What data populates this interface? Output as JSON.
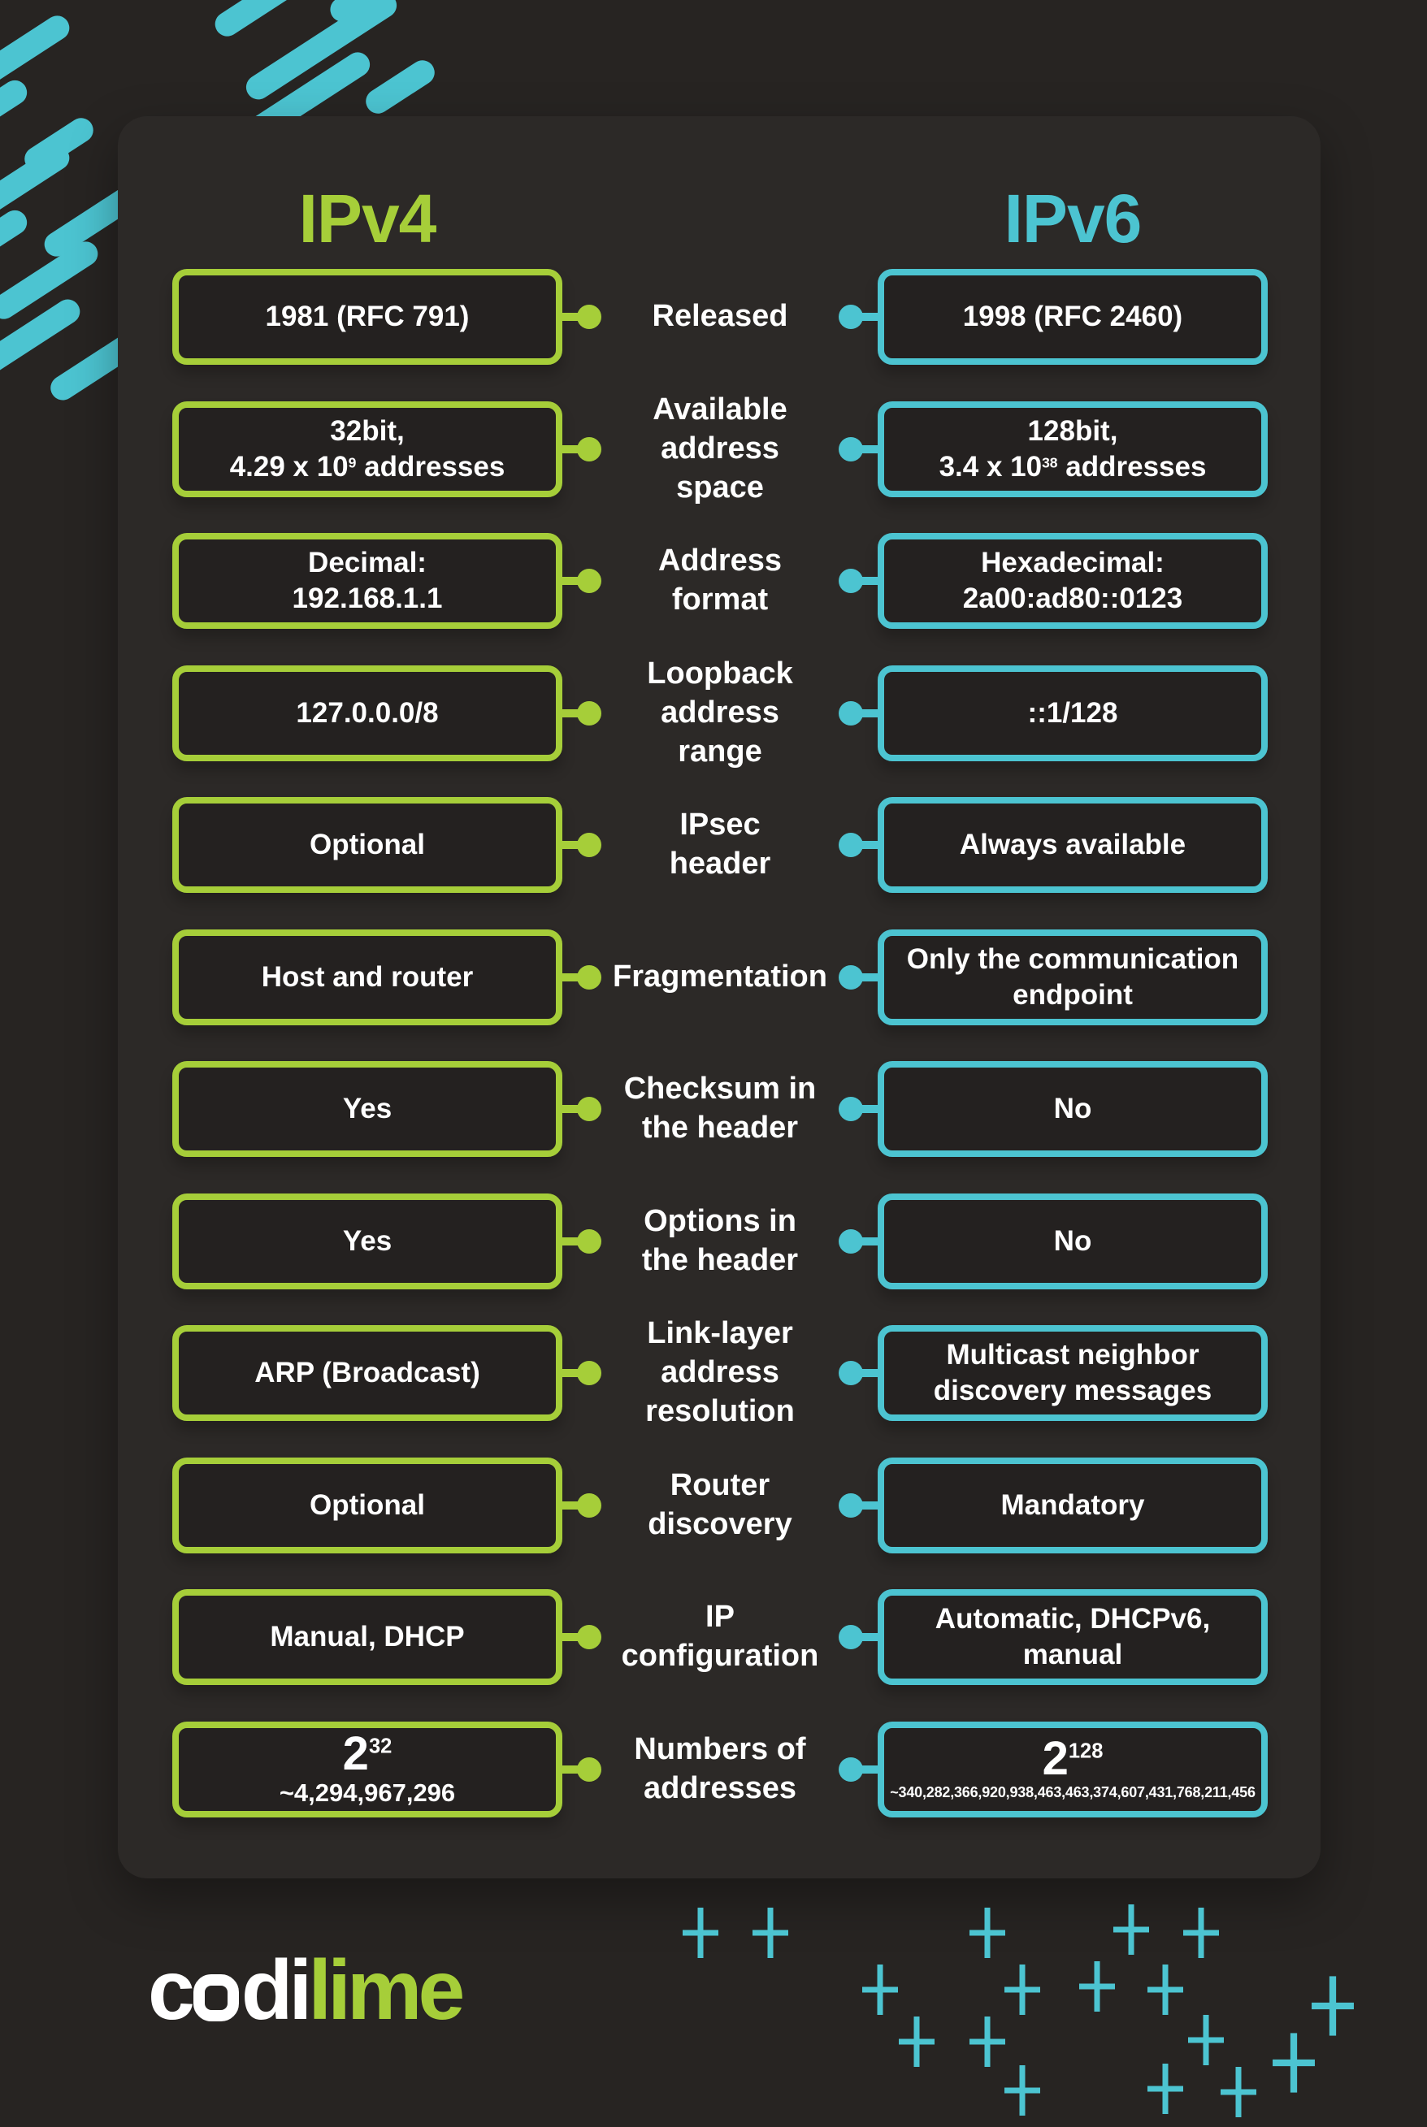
{
  "colors": {
    "green": "#a6ce39",
    "teal": "#4cc4d1",
    "white": "#ffffff",
    "outer_bg": "#272422",
    "panel_bg": "#2c2927",
    "box_bg": "#242120"
  },
  "header": {
    "ipv4_title": "IPv4",
    "ipv6_title": "IPv6"
  },
  "logo": {
    "part_c": "c",
    "part_di": "di",
    "part_lime": "lime"
  },
  "rows": [
    {
      "label": [
        "Released"
      ],
      "left": {
        "lines": [
          {
            "size": "normal",
            "segs": [
              {
                "t": "1981 (RFC 791)"
              }
            ]
          }
        ]
      },
      "right": {
        "lines": [
          {
            "size": "normal",
            "segs": [
              {
                "t": "1998 (RFC 2460)"
              }
            ]
          }
        ]
      }
    },
    {
      "label": [
        "Available",
        "address",
        "space"
      ],
      "left": {
        "lines": [
          {
            "size": "normal",
            "segs": [
              {
                "t": "32bit,"
              }
            ]
          },
          {
            "size": "normal",
            "segs": [
              {
                "t": "4.29 x 10"
              },
              {
                "t": "9",
                "sup": true
              },
              {
                "t": " addresses"
              }
            ]
          }
        ]
      },
      "right": {
        "lines": [
          {
            "size": "normal",
            "segs": [
              {
                "t": "128bit,"
              }
            ]
          },
          {
            "size": "normal",
            "segs": [
              {
                "t": "3.4 x 10"
              },
              {
                "t": "38",
                "sup": true
              },
              {
                "t": " addresses"
              }
            ]
          }
        ]
      }
    },
    {
      "label": [
        "Address",
        "format"
      ],
      "left": {
        "lines": [
          {
            "size": "normal",
            "segs": [
              {
                "t": "Decimal:"
              }
            ]
          },
          {
            "size": "normal",
            "segs": [
              {
                "t": "192.168.1.1"
              }
            ]
          }
        ]
      },
      "right": {
        "lines": [
          {
            "size": "normal",
            "segs": [
              {
                "t": "Hexadecimal:"
              }
            ]
          },
          {
            "size": "normal",
            "segs": [
              {
                "t": "2a00:ad80::0123"
              }
            ]
          }
        ]
      }
    },
    {
      "label": [
        "Loopback",
        "address",
        "range"
      ],
      "left": {
        "lines": [
          {
            "size": "normal",
            "segs": [
              {
                "t": "127.0.0.0/8"
              }
            ]
          }
        ]
      },
      "right": {
        "lines": [
          {
            "size": "normal",
            "segs": [
              {
                "t": "::1/128"
              }
            ]
          }
        ]
      }
    },
    {
      "label": [
        "IPsec",
        "header"
      ],
      "left": {
        "lines": [
          {
            "size": "normal",
            "segs": [
              {
                "t": "Optional"
              }
            ]
          }
        ]
      },
      "right": {
        "lines": [
          {
            "size": "normal",
            "segs": [
              {
                "t": "Always available"
              }
            ]
          }
        ]
      }
    },
    {
      "label": [
        "Fragmentation"
      ],
      "left": {
        "lines": [
          {
            "size": "normal",
            "segs": [
              {
                "t": "Host and router"
              }
            ]
          }
        ]
      },
      "right": {
        "lines": [
          {
            "size": "normal",
            "segs": [
              {
                "t": "Only the communication"
              }
            ]
          },
          {
            "size": "normal",
            "segs": [
              {
                "t": "endpoint"
              }
            ]
          }
        ]
      }
    },
    {
      "label": [
        "Checksum in",
        "the header"
      ],
      "left": {
        "lines": [
          {
            "size": "normal",
            "segs": [
              {
                "t": "Yes"
              }
            ]
          }
        ]
      },
      "right": {
        "lines": [
          {
            "size": "normal",
            "segs": [
              {
                "t": "No"
              }
            ]
          }
        ]
      }
    },
    {
      "label": [
        "Options in",
        "the header"
      ],
      "left": {
        "lines": [
          {
            "size": "normal",
            "segs": [
              {
                "t": "Yes"
              }
            ]
          }
        ]
      },
      "right": {
        "lines": [
          {
            "size": "normal",
            "segs": [
              {
                "t": "No"
              }
            ]
          }
        ]
      }
    },
    {
      "label": [
        "Link-layer",
        "address",
        "resolution"
      ],
      "left": {
        "lines": [
          {
            "size": "normal",
            "segs": [
              {
                "t": "ARP (Broadcast)"
              }
            ]
          }
        ]
      },
      "right": {
        "lines": [
          {
            "size": "normal",
            "segs": [
              {
                "t": "Multicast neighbor"
              }
            ]
          },
          {
            "size": "normal",
            "segs": [
              {
                "t": "discovery messages"
              }
            ]
          }
        ]
      }
    },
    {
      "label": [
        "Router",
        "discovery"
      ],
      "left": {
        "lines": [
          {
            "size": "normal",
            "segs": [
              {
                "t": "Optional"
              }
            ]
          }
        ]
      },
      "right": {
        "lines": [
          {
            "size": "normal",
            "segs": [
              {
                "t": "Mandatory"
              }
            ]
          }
        ]
      }
    },
    {
      "label": [
        "IP",
        "configuration"
      ],
      "left": {
        "lines": [
          {
            "size": "normal",
            "segs": [
              {
                "t": "Manual, DHCP"
              }
            ]
          }
        ]
      },
      "right": {
        "lines": [
          {
            "size": "normal",
            "segs": [
              {
                "t": "Automatic, DHCPv6,"
              }
            ]
          },
          {
            "size": "normal",
            "segs": [
              {
                "t": "manual"
              }
            ]
          }
        ]
      }
    },
    {
      "label": [
        "Numbers of",
        "addresses"
      ],
      "left": {
        "lines": [
          {
            "size": "big",
            "segs": [
              {
                "t": "2"
              },
              {
                "t": "32",
                "sup": true
              }
            ]
          },
          {
            "size": "small",
            "segs": [
              {
                "t": "~4,294,967,296"
              }
            ]
          }
        ]
      },
      "right": {
        "lines": [
          {
            "size": "big",
            "segs": [
              {
                "t": "2"
              },
              {
                "t": "128",
                "sup": true
              }
            ]
          },
          {
            "size": "tiny",
            "segs": [
              {
                "t": "~340,282,366,920,938,463,463,374,607,431,768,211,456"
              }
            ]
          }
        ]
      }
    }
  ]
}
